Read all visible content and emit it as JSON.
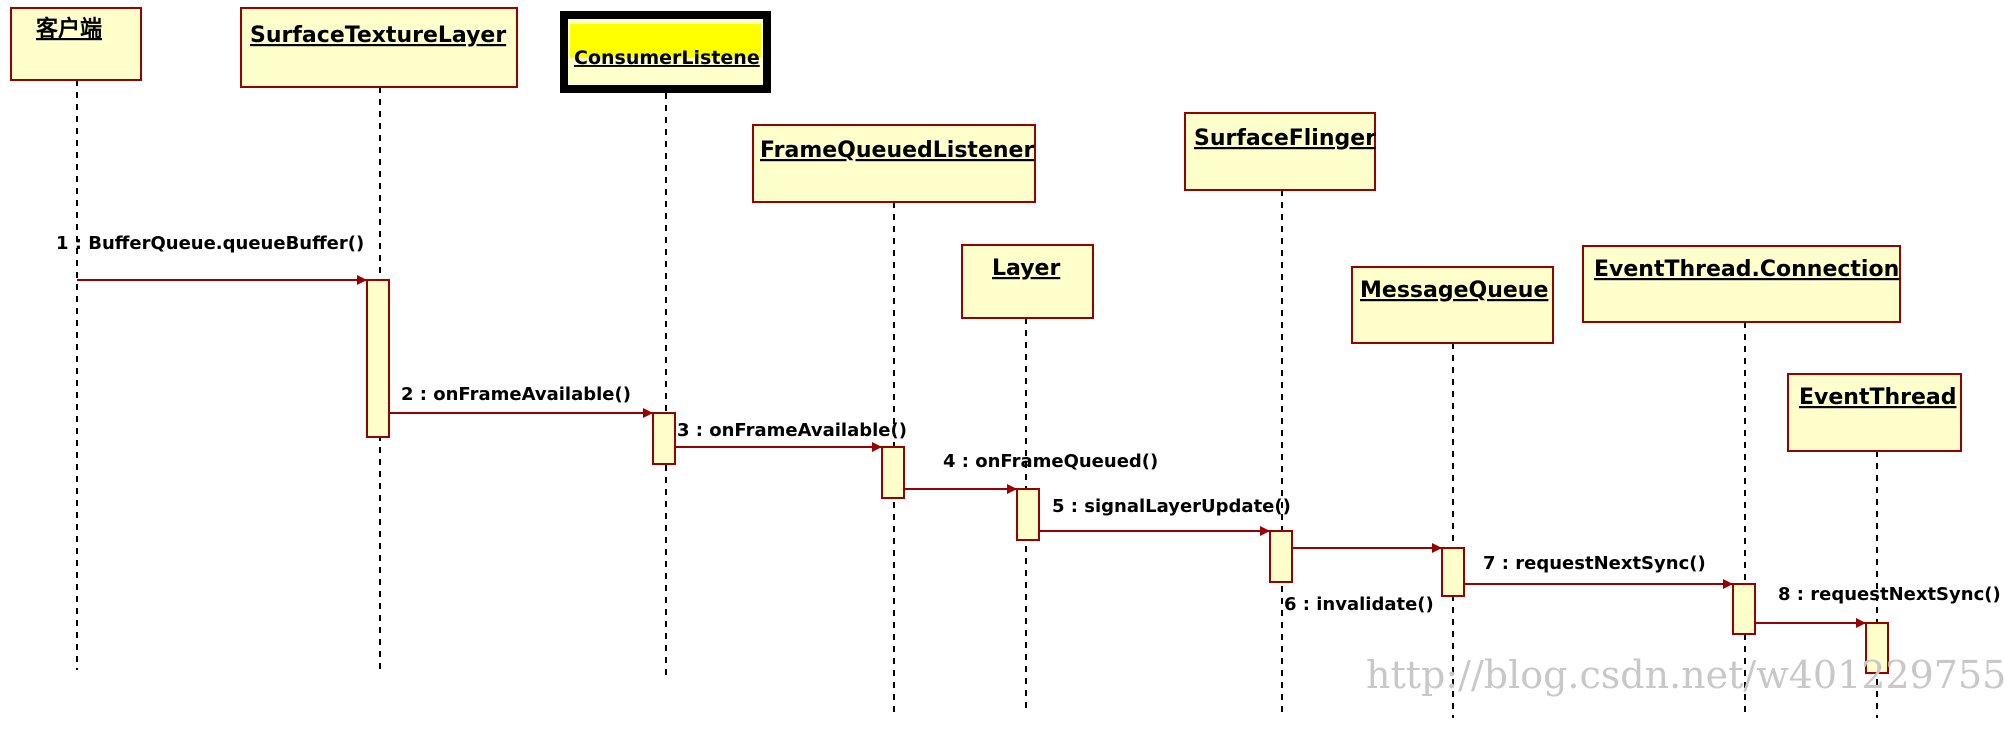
{
  "actors": [
    {
      "label": "客户端"
    },
    {
      "label": "SurfaceTextureLayer"
    },
    {
      "label": "ConsumerListene"
    },
    {
      "label": "FrameQueuedListener"
    },
    {
      "label": "Layer"
    },
    {
      "label": "SurfaceFlinger"
    },
    {
      "label": "MessageQueue"
    },
    {
      "label": "EventThread.Connection"
    },
    {
      "label": "EventThread"
    }
  ],
  "messages": [
    {
      "label": "1 : BufferQueue.queueBuffer()"
    },
    {
      "label": "2 : onFrameAvailable()"
    },
    {
      "label": "3 : onFrameAvailable()"
    },
    {
      "label": "4 : onFrameQueued()"
    },
    {
      "label": "5 : signalLayerUpdate()"
    },
    {
      "label": "6 : invalidate()"
    },
    {
      "label": "7 : requestNextSync()"
    },
    {
      "label": "8 : requestNextSync()"
    }
  ],
  "watermark": "http://blog.csdn.net/w401229755",
  "colors": {
    "box_fill": "#ffffcc",
    "box_border": "#990000",
    "selected_border": "#000000",
    "selected_highlight": "#ffff00",
    "arrow": "#990000",
    "watermark": "#c8c8c8"
  }
}
